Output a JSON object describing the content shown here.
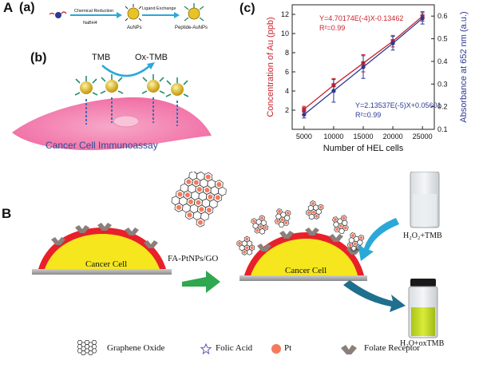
{
  "panel_a": {
    "label": "A",
    "sub_a": {
      "label": "(a)",
      "step1": "Chemical Reduction",
      "reagent": "NaBH4",
      "step2": "Ligand Exchange",
      "product1": "AuNPs",
      "product2": "Peptide-AuNPs"
    },
    "sub_b": {
      "label": "(b)",
      "substrate": "TMB",
      "product": "Ox-TMB",
      "caption": "Cancer Cell Immunoassay"
    }
  },
  "panel_c": {
    "label": "(c)",
    "eq_red": "Y=4.70174E(-4)X-0.13462",
    "r2_red": "R²=0.99",
    "eq_blue": "Y=2.13537E(-5)X+0.05601",
    "r2_blue": "R²=0.99"
  },
  "chart_data": {
    "type": "line",
    "x": [
      5000,
      10000,
      15000,
      20000,
      25000
    ],
    "xlabel": "Number of HEL cells",
    "ylabel": "Concentration of Au (ppb)",
    "ylabel_right": "Absorbance at 652 nm (a.u.)",
    "xlim": [
      3000,
      27000
    ],
    "ylim": [
      0,
      13
    ],
    "ylim_right": [
      0.1,
      0.65
    ],
    "xticks": [
      5000,
      10000,
      15000,
      20000,
      25000
    ],
    "yticks": [
      2,
      4,
      6,
      8,
      10,
      12
    ],
    "yticks_right": [
      0.1,
      0.2,
      0.3,
      0.4,
      0.5,
      0.6
    ],
    "series": [
      {
        "axis": "left",
        "color": "#c8232c",
        "values": [
          2.1,
          4.6,
          6.9,
          9.2,
          11.8
        ],
        "errors": [
          0.3,
          0.7,
          0.9,
          0.6,
          0.5
        ]
      },
      {
        "axis": "right",
        "color": "#2b3990",
        "values": [
          0.165,
          0.27,
          0.375,
          0.48,
          0.59
        ],
        "errors": [
          0.015,
          0.05,
          0.05,
          0.03,
          0.025
        ]
      }
    ]
  },
  "panel_b": {
    "label": "B",
    "cell_label_1": "Cancer Cell",
    "cell_label_2": "Cancer Cell",
    "reagent": "FA-PtNPs/GO",
    "vial1_caption": "H₂O₂+TMB",
    "vial2_caption": "H₂O+oxTMB"
  },
  "legend": {
    "items": [
      "Graphene Oxide",
      "Folic Acid",
      "Pt",
      "Folate Receptor"
    ]
  },
  "colors": {
    "red_series": "#c8232c",
    "blue_series": "#2b3990",
    "cell_yellow": "#f5e61e",
    "membrane_red": "#e8202a",
    "arrow_cyan": "#2aa8d8",
    "arrow_green": "#2fa84f",
    "vial_green": "#c4dd2a"
  }
}
